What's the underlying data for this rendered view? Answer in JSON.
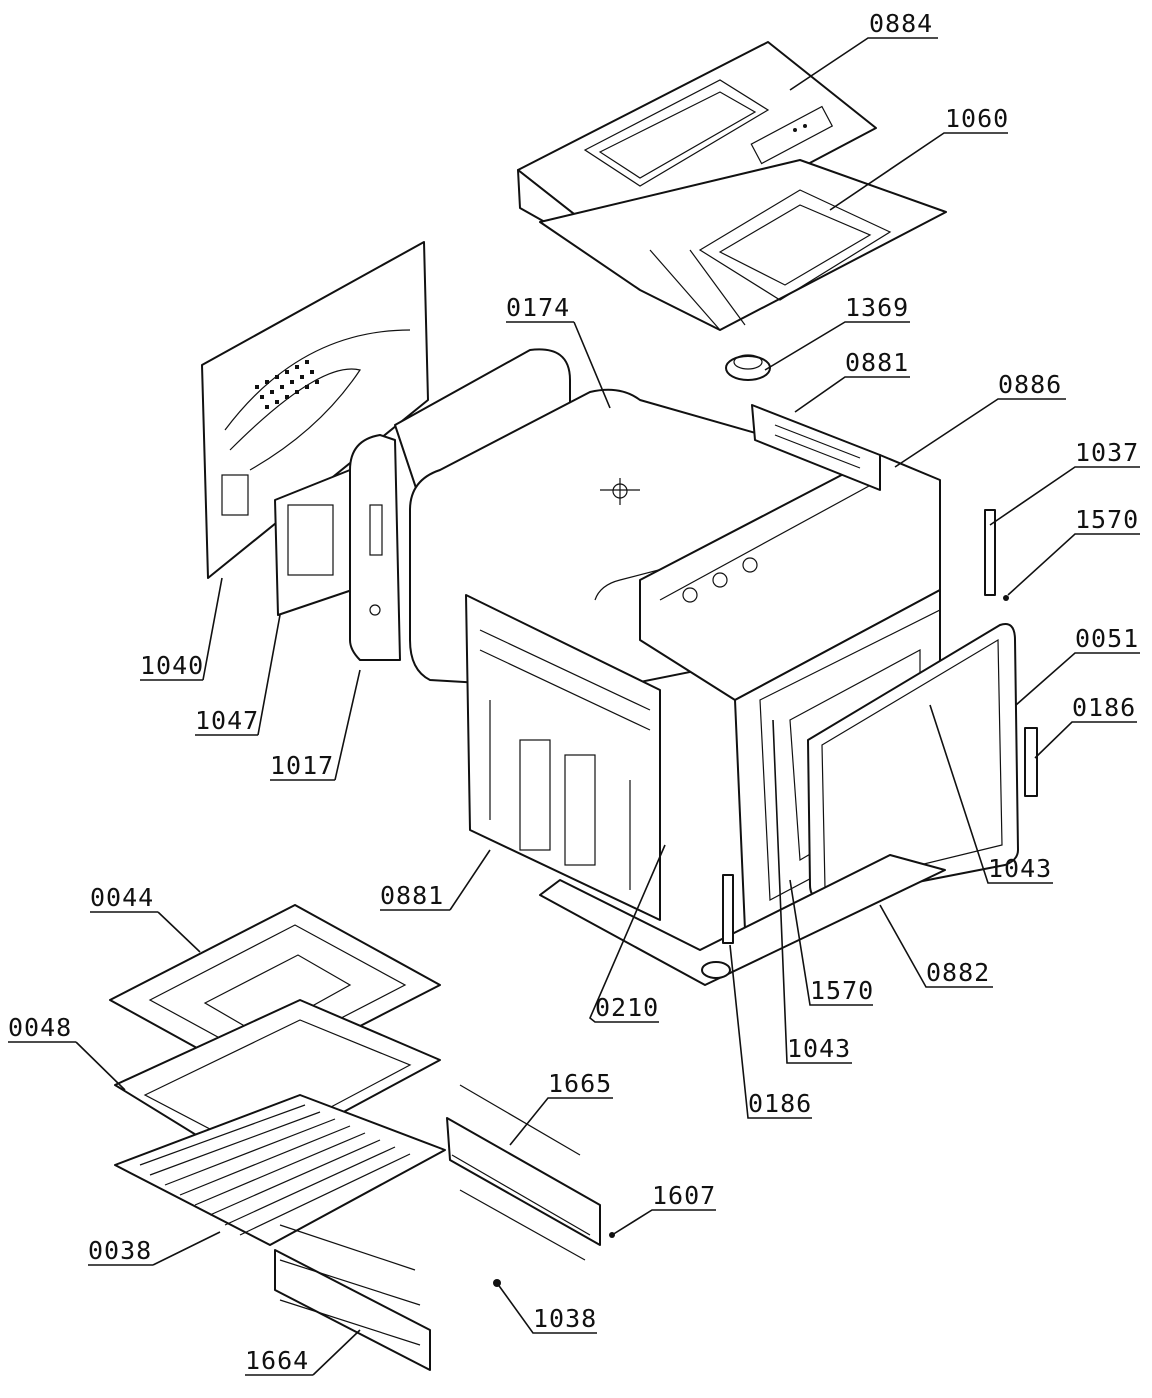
{
  "diagram": {
    "labels": [
      "0884",
      "1060",
      "0174",
      "1369",
      "0881",
      "0886",
      "1037",
      "1570",
      "0051",
      "0186",
      "1043",
      "0882",
      "1570",
      "1043",
      "0186",
      "0210",
      "0881",
      "1017",
      "1047",
      "1040",
      "0044",
      "0048",
      "0038",
      "1665",
      "1607",
      "1038",
      "1664"
    ]
  }
}
